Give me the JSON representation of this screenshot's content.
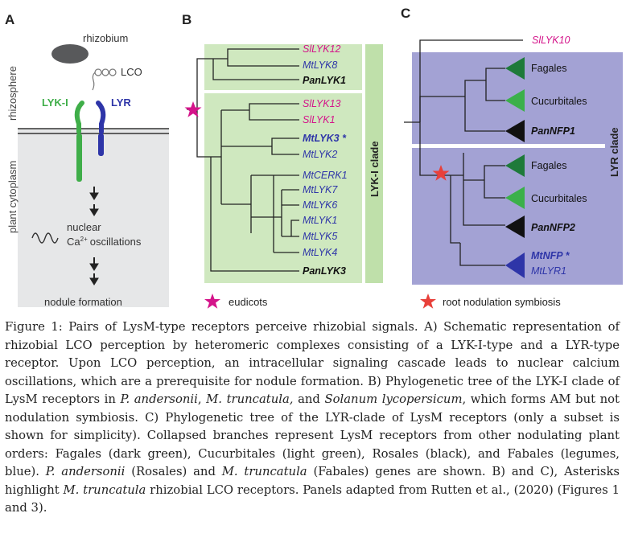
{
  "colors": {
    "panel_b_bg": "#cfe8bf",
    "panel_b_bar": "#bfe0aa",
    "panel_c_bg": "#a3a2d4",
    "magenta": "#d4148a",
    "blue": "#2e35a8",
    "lyk_green": "#3fae49",
    "dark_green": "#1e7a3a",
    "light_green": "#3bb04a",
    "star_eudicot": "#d4148a",
    "star_root": "#e8403a"
  },
  "panel_a": {
    "label": "A",
    "rhizobium": "rhizobium",
    "lco": "LCO",
    "lyk": "LYK-I",
    "lyr": "LYR",
    "rhizosphere": "rhizosphere",
    "cytoplasm": "plant cytoplasm",
    "nuclear": "nuclear",
    "ca": "Ca",
    "ca_sup": "2+",
    "oscillations": "oscillations",
    "nodule": "nodule formation"
  },
  "panel_b": {
    "label": "B",
    "clade": "LYK-I clade",
    "top_group": [
      "SlLYK12",
      "MtLYK8",
      "PanLYK1"
    ],
    "bottom_group": [
      "SlLYK13",
      "SlLYK1",
      "MtLYK3 *",
      "MtLYK2",
      "MtCERK1",
      "MtLYK7",
      "MtLYK6",
      "MtLYK1",
      "MtLYK5",
      "MtLYK4",
      "PanLYK3"
    ],
    "legend": "eudicots"
  },
  "panel_c": {
    "label": "C",
    "clade": "LYR clade",
    "outgroup": "SlLYK10",
    "top_group": [
      "Fagales",
      "Cucurbitales",
      "PanNFP1"
    ],
    "bottom_group": [
      "Fagales",
      "Cucurbitales",
      "PanNFP2",
      "MtNFP *",
      "MtLYR1"
    ],
    "legend": "root nodulation symbiosis"
  },
  "caption": {
    "p1": "Figure 1: Pairs of LysM-type receptors perceive rhizobial signals. A) Schematic representation of rhizobial LCO perception by heteromeric complexes consisting of a LYK-I-type and a LYR-type receptor. Upon LCO perception, an intracellular signaling cascade leads to nuclear calcium oscillations, which are a prerequisite for nodule formation. B) Phylogenetic tree of the LYK-I clade of LysM receptors in ",
    "sp1": "P. andersonii",
    "p2": ", ",
    "sp2": "M. truncatula,",
    "p3": " and ",
    "sp3": "Solanum lycopersicum",
    "p4": ", which forms AM but not nodulation symbiosis. C) Phylogenetic tree of the LYR-clade of LysM receptors (only a subset is shown for simplicity). Collapsed branches represent LysM receptors from other nodulating plant orders: Fagales (dark green), Cucurbitales (light green), Rosales (black), and Fabales (legumes, blue). ",
    "sp4": "P. andersonii",
    "p5": " (Rosales) and ",
    "sp5": "M. truncatula",
    "p6": " (Fabales) genes are shown. B) and C), Asterisks highlight ",
    "sp6": "M. truncatula",
    "p7": " rhizobial LCO receptors. Panels adapted from Rutten et al., (2020) (Figures 1 and 3)."
  }
}
